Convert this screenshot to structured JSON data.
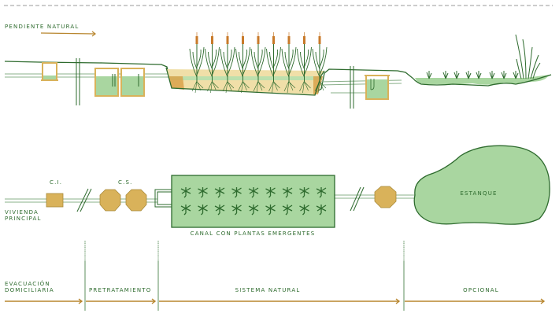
{
  "profile": {
    "slope_label": "PENDIENTE NATURAL"
  },
  "plan": {
    "house_label_line1": "VIVIENDA",
    "house_label_line2": "PRINCIPAL",
    "ci_label": "C.I.",
    "cs_label": "C.S.",
    "canal_label": "CANAL CON PLANTAS EMERGENTES",
    "pond_label": "ESTANQUE"
  },
  "stages": [
    {
      "label_line1": "EVACUACIÓN",
      "label_line2": "DOMICILIARIA"
    },
    {
      "label_line1": "PRETRATAMIENTO",
      "label_line2": ""
    },
    {
      "label_line1": "SISTEMA NATURAL",
      "label_line2": ""
    },
    {
      "label_line1": "OPCIONAL",
      "label_line2": ""
    }
  ],
  "colors": {
    "dark_green": "#2e6b2e",
    "light_green": "#a9d6a0",
    "ochre": "#d9b25a",
    "arrow": "#b8862e",
    "sand": "#f0dfa8"
  }
}
